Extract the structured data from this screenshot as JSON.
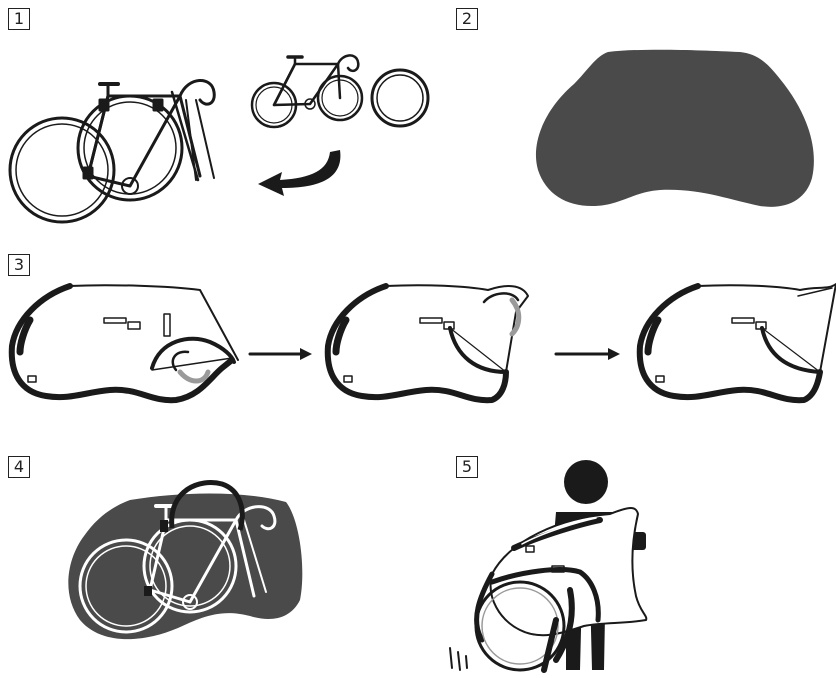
{
  "steps": [
    {
      "number": "1"
    },
    {
      "number": "2"
    },
    {
      "number": "3"
    },
    {
      "number": "4"
    },
    {
      "number": "5"
    }
  ],
  "colors": {
    "ink": "#1a1a1a",
    "bag": "#4a4a4a",
    "accent_gray": "#9a9a9a"
  },
  "icons": [
    "bicycle-icon",
    "wheel-icon",
    "curved-arrow-icon",
    "bike-bag-icon",
    "right-arrow-icon",
    "person-icon"
  ]
}
